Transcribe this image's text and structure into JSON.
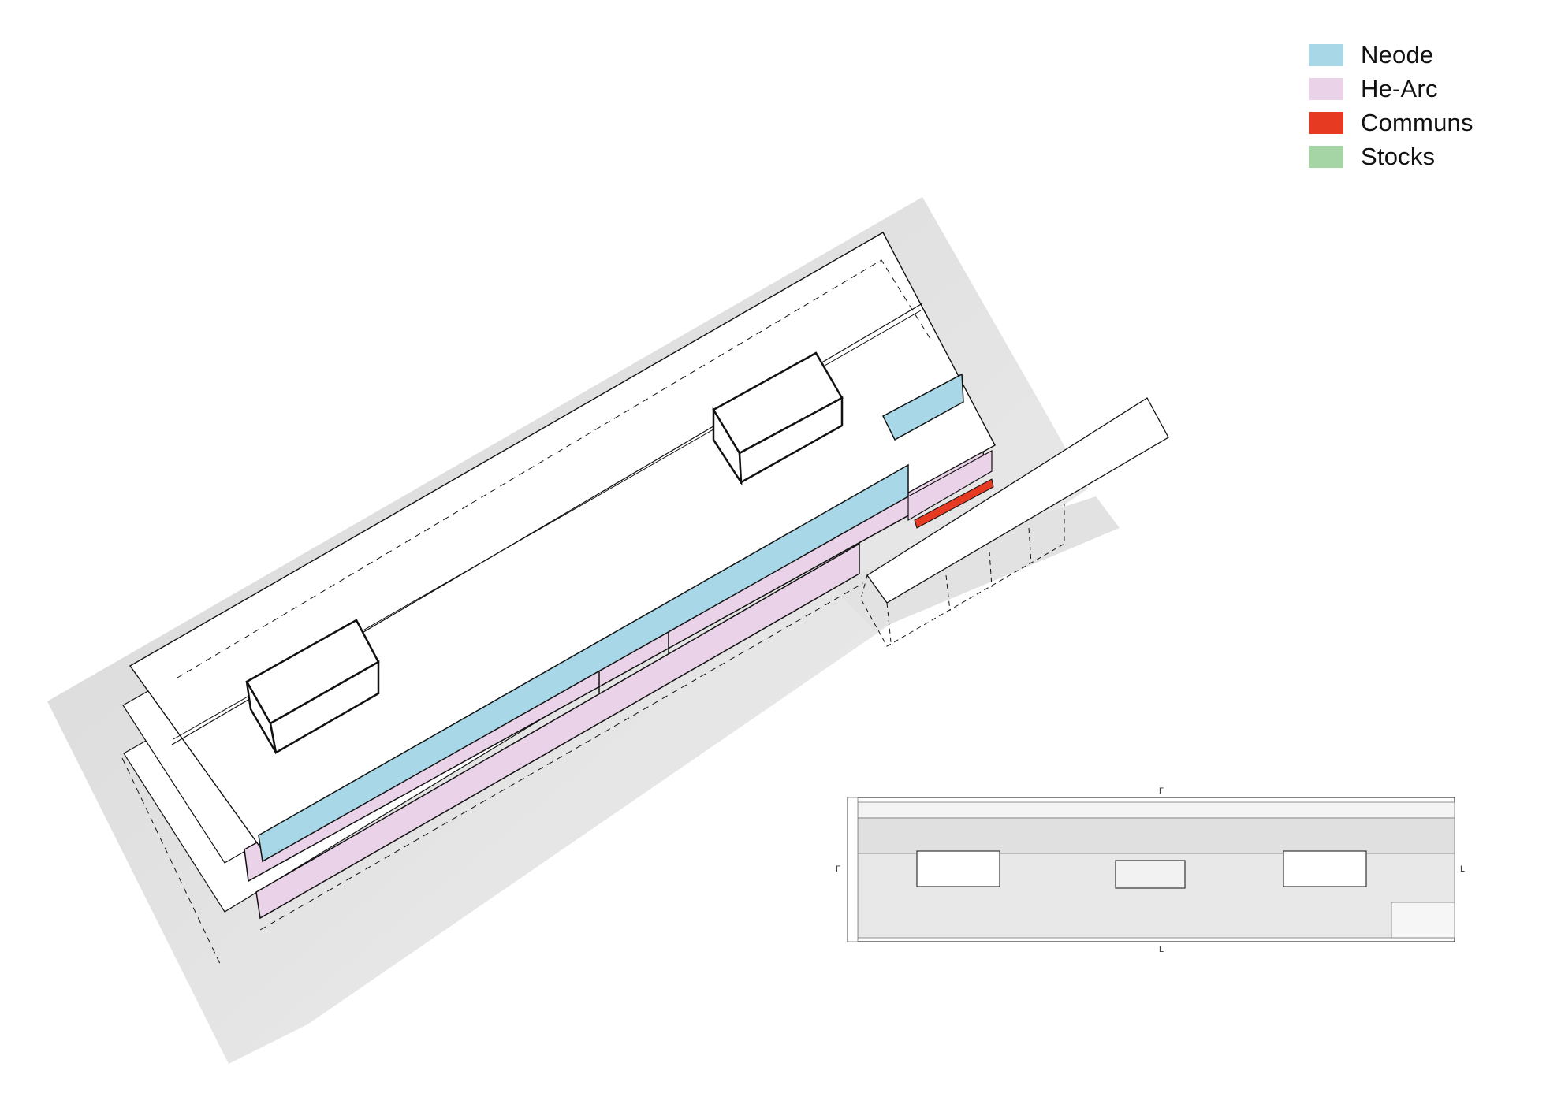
{
  "legend": {
    "items": [
      {
        "label": "Neode",
        "color": "#a8d8e8"
      },
      {
        "label": "He-Arc",
        "color": "#ead3e8"
      },
      {
        "label": "Communs",
        "color": "#e63a22"
      },
      {
        "label": "Stocks",
        "color": "#a5d4a5"
      }
    ]
  },
  "plan": {
    "section_markers": [
      "Γ",
      "L",
      "Γ",
      "L"
    ]
  }
}
